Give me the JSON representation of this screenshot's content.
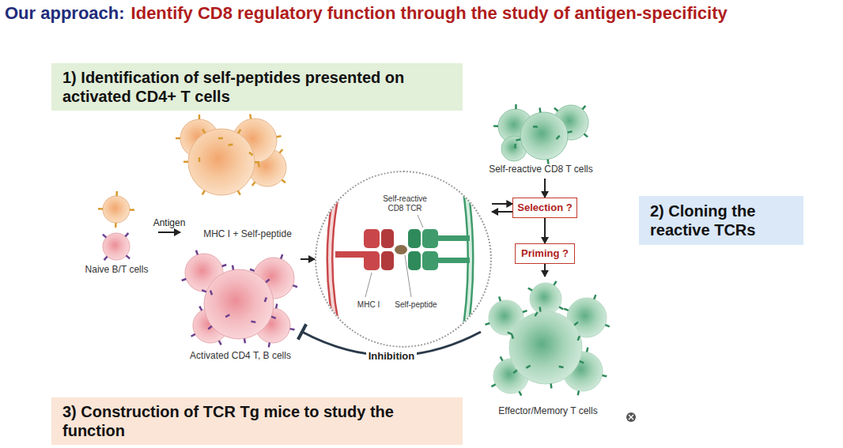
{
  "diagram": {
    "title": "Our approach:",
    "nodes": [
      {
        "text": [
          "1) Identification of self-peptides presented on activated CD4+ T cells"
        ]
      },
      {
        "text": [
          "2) Cloning the reactive TCRs"
        ]
      },
      {
        "text": [
          "3) Construction of TCR Tg mice to study the function"
        ]
      },
      {
        "text": [
          "Naive B/T cells"
        ]
      },
      {
        "text": [
          "MHC I + Self-peptide",
          "Activated CD4 T, B cells"
        ]
      },
      {
        "text": [
          "Self-reactive CD8 TCR",
          "MHC I",
          "Self-peptide"
        ]
      },
      {
        "text": [
          "Self-reactive CD8 T cells"
        ]
      },
      {
        "text": [
          "Selection ?"
        ]
      },
      {
        "text": [
          "Priming ?"
        ]
      },
      {
        "text": [
          "Effector/Memory T cells"
        ]
      }
    ],
    "edges": [
      {
        "from": 3,
        "to": 4,
        "label": "Antigen",
        "arrow": "to"
      },
      {
        "from": 4,
        "to": 5,
        "arrow": "to"
      },
      {
        "from": 5,
        "to": 7,
        "arrow": "to"
      },
      {
        "from": 7,
        "to": 5,
        "arrow": "to"
      },
      {
        "from": 6,
        "to": 7,
        "arrow": "to"
      },
      {
        "from": 7,
        "to": 8,
        "arrow": "to"
      },
      {
        "from": 8,
        "to": 9,
        "arrow": "to"
      },
      {
        "from": 9,
        "to": 4,
        "label": "Inhibition",
        "arrow": "to"
      }
    ],
    "labels": [
      "Identify CD8 regulatory function through the study of antigen-specificity"
    ]
  }
}
